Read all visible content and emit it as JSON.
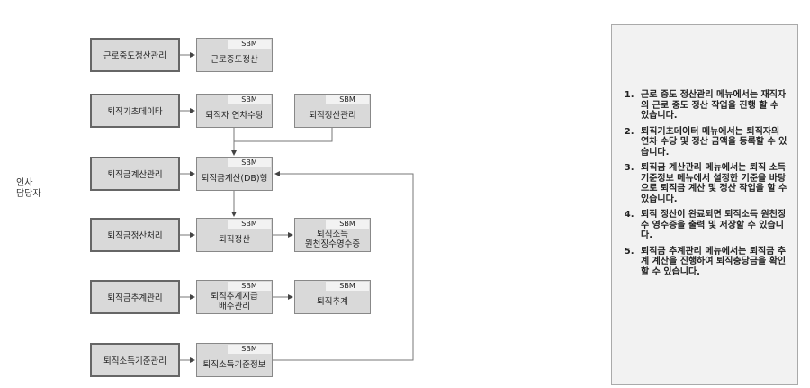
{
  "actor": {
    "line1": "인사",
    "line2": "담당자"
  },
  "sbm_label": "SBM",
  "rows": [
    {
      "menu": "근로중도정산관리",
      "screens": [
        "근로중도정산"
      ]
    },
    {
      "menu": "퇴직기초데이타",
      "screens": [
        "퇴직자 연차수당",
        "퇴직정산관리"
      ]
    },
    {
      "menu": "퇴직금계산관리",
      "screens": [
        "퇴직금계산(DB)형"
      ]
    },
    {
      "menu": "퇴직금정산처리",
      "screens": [
        "퇴직정산",
        "퇴직소득\n원천징수영수증"
      ]
    },
    {
      "menu": "퇴직금추계관리",
      "screens": [
        "퇴직추계지급\n배수관리",
        "퇴직추계"
      ]
    },
    {
      "menu": "퇴직소득기준관리",
      "screens": [
        "퇴직소득기준정보"
      ]
    }
  ],
  "notes": [
    "근로 중도 정산관리 메뉴에서는 재직자의 근로 중도 정산 작업을 진행 할 수 있습니다.",
    "퇴직기초데이터 메뉴에서는 퇴직자의 연차 수당 및 정산 금액을 등록할 수 있습니다.",
    "퇴직금 계산관리 메뉴에서는 퇴직 소득 기준정보 메뉴에서 설정한 기준을 바탕으로 퇴직금 계산 및 정산 작업을 할 수 있습니다.",
    "퇴직 정산이 완료되면 퇴직소득 원천징수 영수증을 출력 및 저장할 수 있습니다.",
    "퇴직금 추계관리 메뉴에서는 퇴직금 추계 계산을 진행하여 퇴직충당금을 확인할 수 있습니다."
  ]
}
